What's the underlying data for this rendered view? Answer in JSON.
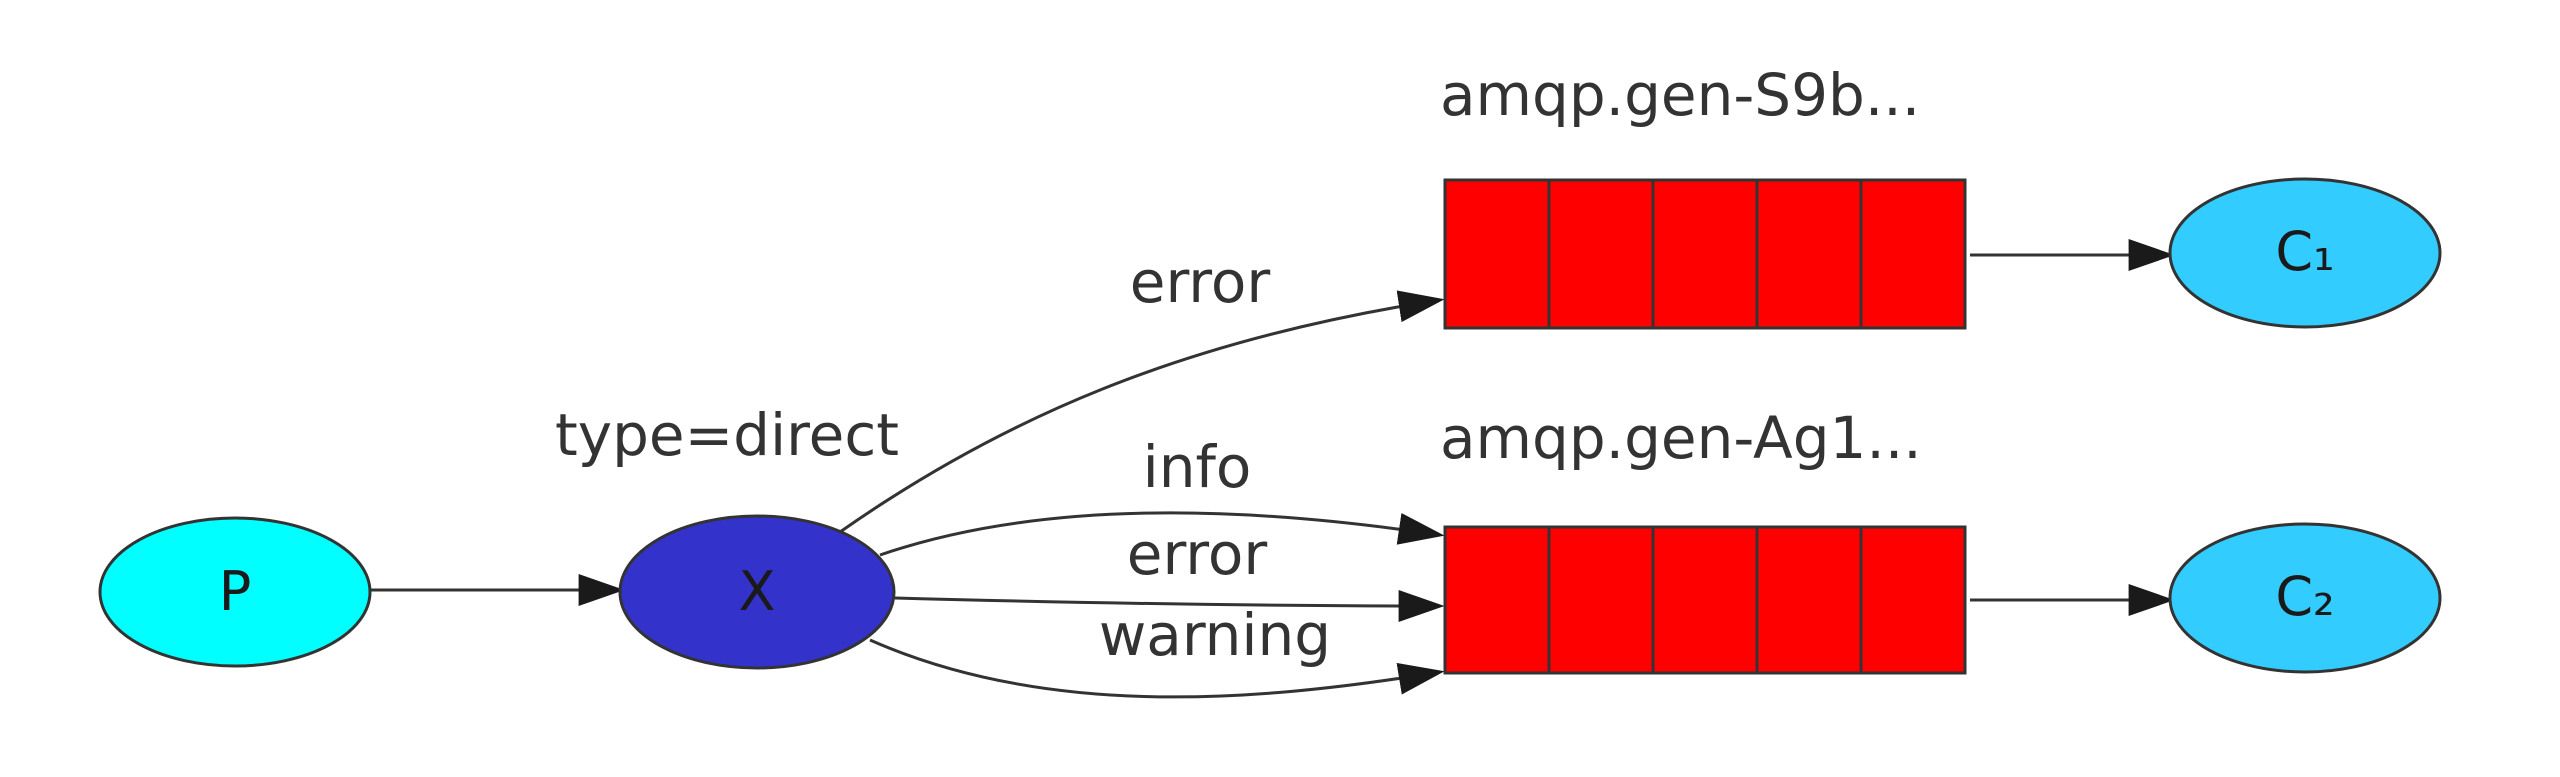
{
  "diagram": {
    "exchange_type": "type=direct",
    "nodes": {
      "producer": "P",
      "exchange": "X",
      "consumer1": "C₁",
      "consumer2": "C₂"
    },
    "queues": [
      {
        "name": "amqp.gen-S9b...",
        "cells": 5
      },
      {
        "name": "amqp.gen-Ag1...",
        "cells": 5
      }
    ],
    "bindings": [
      {
        "key": "error",
        "queue": 0
      },
      {
        "key": "info",
        "queue": 1
      },
      {
        "key": "error",
        "queue": 1
      },
      {
        "key": "warning",
        "queue": 1
      }
    ],
    "colors": {
      "producer": "#00ffff",
      "exchange": "#3333cc",
      "consumer": "#33ccff",
      "queue_cell": "#ff0000",
      "stroke": "#333333"
    }
  }
}
